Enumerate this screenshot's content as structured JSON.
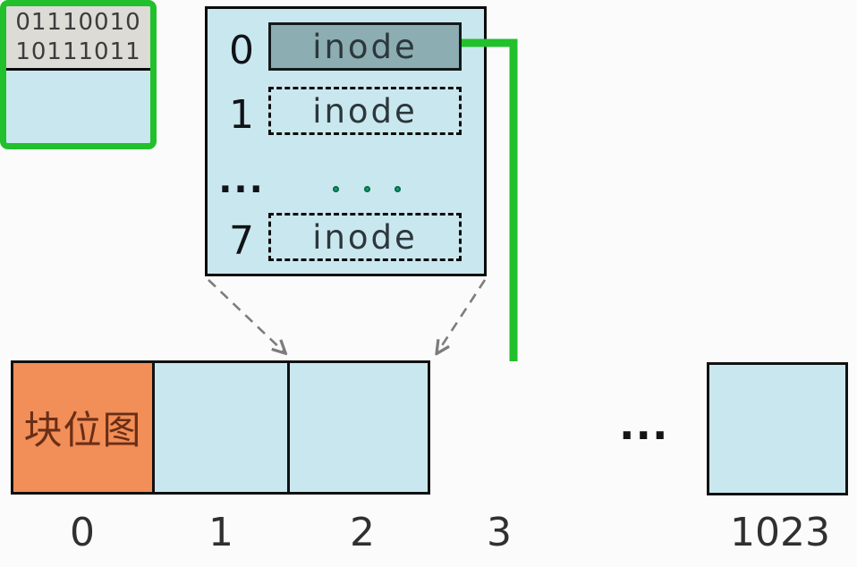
{
  "colors": {
    "canvas_bg": "#fbfbfb",
    "light_blue_block": "#c9e7ee",
    "inode_highlight_fill": "#8cadb2",
    "bitmap_orange": "#f28e57",
    "connector_green": "#22c02c",
    "binary_bg": "#dcdbd6",
    "teal_dots": "#18a275",
    "dashed_connector_gray": "#7d7d7d"
  },
  "inode_table": {
    "rows": [
      {
        "index": "0",
        "label": "inode",
        "style": "solid"
      },
      {
        "index": "1",
        "label": "inode",
        "style": "dashed"
      },
      {
        "index": "...",
        "label": "...",
        "style": "ellipsis"
      },
      {
        "index": "7",
        "label": "inode",
        "style": "dashed"
      }
    ]
  },
  "block_row": {
    "blocks": [
      {
        "label": "0",
        "content": "块位图",
        "type": "bitmap"
      },
      {
        "label": "1",
        "content": "",
        "type": "plain"
      },
      {
        "label": "2",
        "content": "",
        "type": "plain"
      },
      {
        "label": "3",
        "content_lines": [
          "01110010",
          "10111011"
        ],
        "type": "highlighted"
      },
      {
        "label": "1023",
        "content": "",
        "type": "plain"
      }
    ],
    "ellipsis": "..."
  }
}
